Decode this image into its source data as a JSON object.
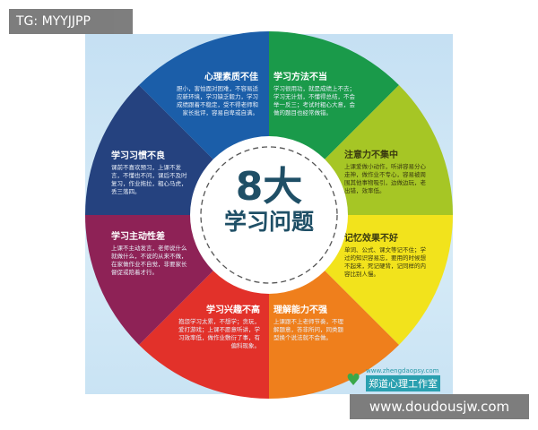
{
  "overlay": {
    "tag": "TG: MYYJJPP",
    "watermark": "www.doudousjw.com"
  },
  "center": {
    "big": "8大",
    "sub": "学习问题"
  },
  "colors": [
    "#1a9a4a",
    "#a6c625",
    "#f2e31c",
    "#ef7f1c",
    "#e2312a",
    "#8e2256",
    "#25427f",
    "#1b5ea9"
  ],
  "segments": [
    {
      "title": "学习方法不当",
      "desc": "学习很用功，就是成绩上不去；学习无计划，不懂得总结，不会举一反三；考试时粗心大意，会做的题目也经常做错。"
    },
    {
      "title": "注意力不集中",
      "desc": "上课爱做小动作，听讲容易分心走神，做作业不专心，容易被周围其他事物吸引，边做边玩，老出错，效率低。"
    },
    {
      "title": "记忆效果不好",
      "desc": "单词、公式、课文等记不住；学过的知识容易忘，要用的时候想不起来，死记硬背，记同样的内容比别人慢。"
    },
    {
      "title": "理解能力不强",
      "desc": "上课跟不上老师节奏，不理解题意，答非所问，同类题型换个说法就不会做。"
    },
    {
      "title": "学习兴趣不高",
      "desc": "抱怨学习太累，不想学；贪玩，爱打游戏；上课不愿意听讲，学习效率低，做作业敷衍了事，有偏科现象。"
    },
    {
      "title": "学习主动性差",
      "desc": "上课不主动发言，老师说什么就做什么，不说的从来不做，在家做作业不自觉，非要家长督促或陪着才行。"
    },
    {
      "title": "学习习惯不良",
      "desc": "课前不喜欢预习，上课不发言，不懂也不问，课后不及时复习，作业拖拉，粗心马虎，丢三落四。"
    },
    {
      "title": "心理素质不佳",
      "desc": "胆小，害怕面对困难，不容易适应新环境，学习缺乏毅力，学习成绩跟着不稳定，受不得老师和家长批评，容易自卑或自满。"
    }
  ],
  "logo": {
    "url": "www.zhengdaopsy.com",
    "name": "郑道心理工作室",
    "icon": "heart-hands-icon"
  }
}
